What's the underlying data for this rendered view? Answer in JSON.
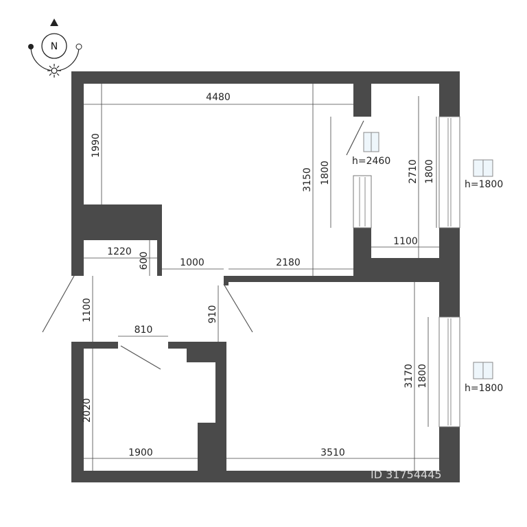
{
  "compass": {
    "north_label": "N"
  },
  "dimensions": {
    "top_width": "4480",
    "left_top_height": "1990",
    "room_height": "3150",
    "window_left_height": "1800",
    "balcony_height": "2710",
    "balcony_window_height": "1800",
    "balcony_width": "1100",
    "hall_width": "1220",
    "hall_wall": "600",
    "door_width_1000": "1000",
    "room_width_2180": "2180",
    "hall_side_height": "1100",
    "door_side_910": "910",
    "bath_door_width": "810",
    "bath_height": "2020",
    "bath_width": "1900",
    "room2_width": "3510",
    "room2_height": "3170",
    "room2_window_height": "1800"
  },
  "windows": [
    {
      "label": "h=2460"
    },
    {
      "label": "h=1800"
    },
    {
      "label": "h=1800"
    }
  ],
  "watermark": {
    "text": "ID 31754445"
  }
}
